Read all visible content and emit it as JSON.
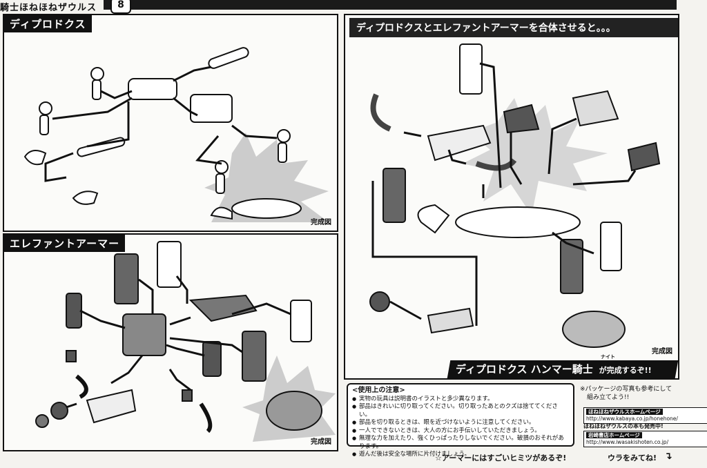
{
  "header": {
    "brand": "騎士ほねほねザウルス",
    "number": "8"
  },
  "panels": {
    "diplodocus": {
      "title": "ディプロドクス",
      "caption": "完成図"
    },
    "elephant": {
      "title": "エレファントアーマー",
      "caption": "完成図"
    },
    "combine": {
      "title": "ディプロドクスとエレファントアーマーを合体させると。。。",
      "caption": "完成図",
      "banner_name": "ディプロドクス ハンマー騎士",
      "banner_suffix": "が完成するぞ!!",
      "banner_ruby": "ナイト"
    }
  },
  "notice": {
    "title": "<使用上の注意>",
    "items": [
      "実物の玩具は説明書のイラストと多少異なります。",
      "部品はきれいに切り取ってください。切り取ったあとのクズは捨ててください。",
      "部品を切り取るときは、眼を近づけないように注意してください。",
      "一人でできないときは、大人の方にお手伝いしていただきましょう。",
      "無理な力を加えたり、強くひっぱったりしないでください。破損のおそれがあります。",
      "遊んだ後は安全な場所に片付けましょう。"
    ]
  },
  "side_note": {
    "line1": "※パッケージの写真も参考にして",
    "line2": "組み立てよう!!",
    "link1_label": "ほねほねザウルスホームページ",
    "link1_url": "http://www.kabaya.co.jp/honehone/",
    "link2_label": "岩崎書店ホームページ",
    "link2_url": "http://www.iwasakishoten.co.jp/",
    "book_note": "ほねほねザウルスの本も発売中!"
  },
  "footer": {
    "left": "☆アーマーにはすごいヒミツがあるぞ!",
    "right": "ウラをみてね!"
  },
  "colors": {
    "ink": "#111111",
    "paper": "#f4f3ef",
    "bone": "#ffffff",
    "armor": "#555555"
  }
}
